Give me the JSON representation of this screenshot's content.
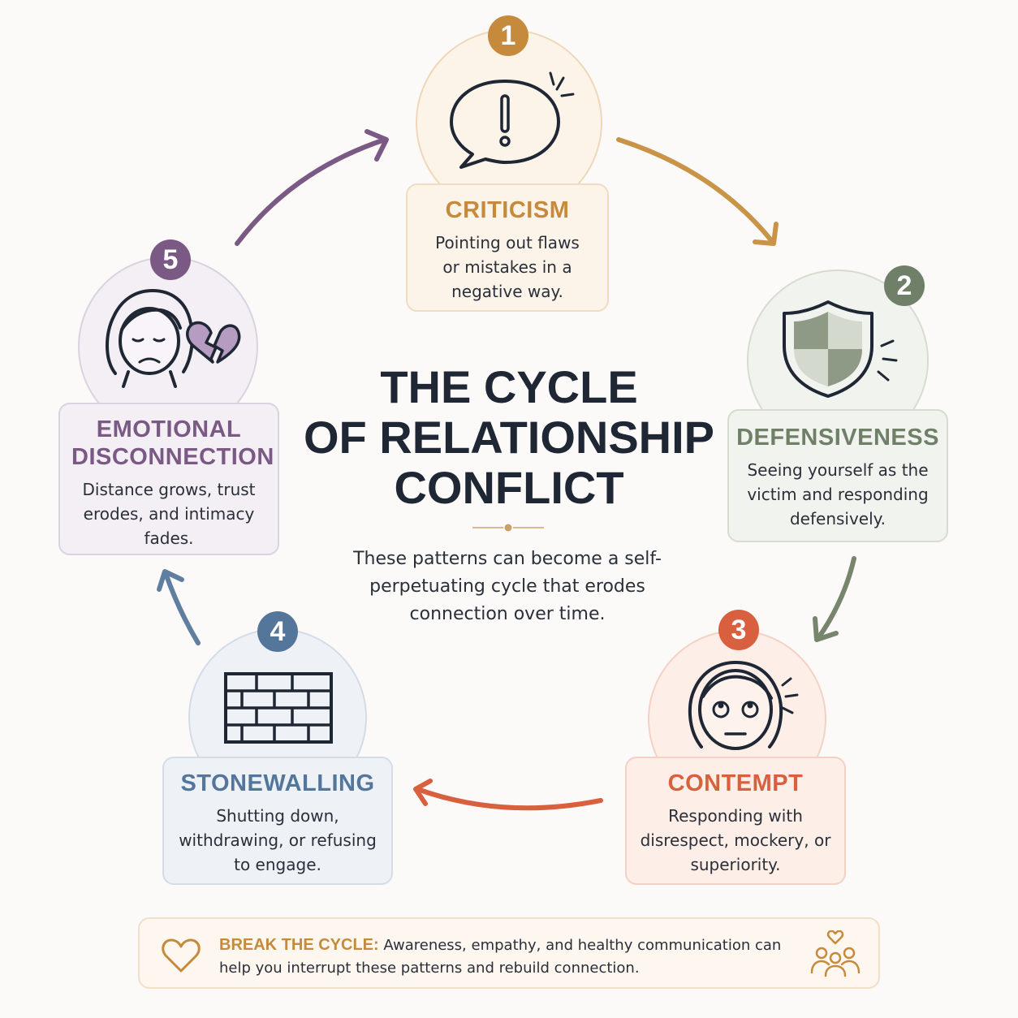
{
  "title": {
    "line1": "THE CYCLE",
    "line2": "OF RELATIONSHIP",
    "line3": "CONFLICT"
  },
  "subtitle": "These patterns can become a self-perpetuating cycle that erodes connection over time.",
  "steps": [
    {
      "number": "1",
      "title": "CRITICISM",
      "description": "Pointing out flaws or mistakes in a negative way.",
      "icon": "speech-bubble-exclamation-icon",
      "color": "#c68a3c"
    },
    {
      "number": "2",
      "title": "DEFENSIVENESS",
      "description": "Seeing yourself as the victim and responding defensively.",
      "icon": "shield-icon",
      "color": "#6f7f68"
    },
    {
      "number": "3",
      "title": "CONTEMPT",
      "description": "Responding with disrespect, mockery, or superiority.",
      "icon": "eye-roll-face-icon",
      "color": "#d9603f"
    },
    {
      "number": "4",
      "title": "STONEWALLING",
      "description": "Shutting down, withdrawing, or refusing to engage.",
      "icon": "brick-wall-icon",
      "color": "#54769a"
    },
    {
      "number": "5",
      "title": "EMOTIONAL DISCONNECTION",
      "description": "Distance grows, trust erodes, and intimacy fades.",
      "icon": "sad-person-broken-heart-icon",
      "color": "#7a5a85"
    }
  ],
  "banner": {
    "label": "BREAK THE CYCLE:",
    "text": "Awareness, empathy, and healthy communication can help you interrupt these patterns and rebuild connection.",
    "left_icon": "heart-icon",
    "right_icon": "people-heart-icon"
  },
  "colors": {
    "background": "#fbfaf8",
    "title": "#1f2634",
    "accent_gold": "#c68a3c"
  }
}
